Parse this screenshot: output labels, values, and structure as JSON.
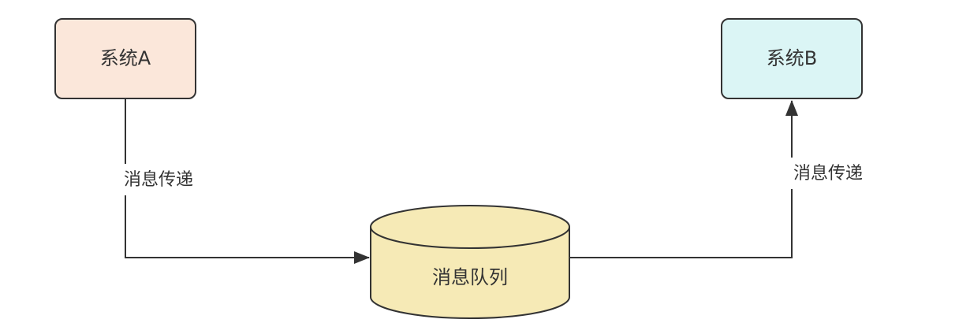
{
  "nodes": {
    "system_a": {
      "label": "系统A",
      "fill": "#fbe7da",
      "stroke": "#333333"
    },
    "system_b": {
      "label": "系统B",
      "fill": "#dbf5f5",
      "stroke": "#333333"
    },
    "queue": {
      "label": "消息队列",
      "fill": "#f6eab6",
      "stroke": "#333333"
    }
  },
  "edges": {
    "a_to_queue": {
      "label": "消息传递"
    },
    "queue_to_b": {
      "label": "消息传递"
    }
  },
  "colors": {
    "line": "#333333",
    "background": "#ffffff"
  }
}
